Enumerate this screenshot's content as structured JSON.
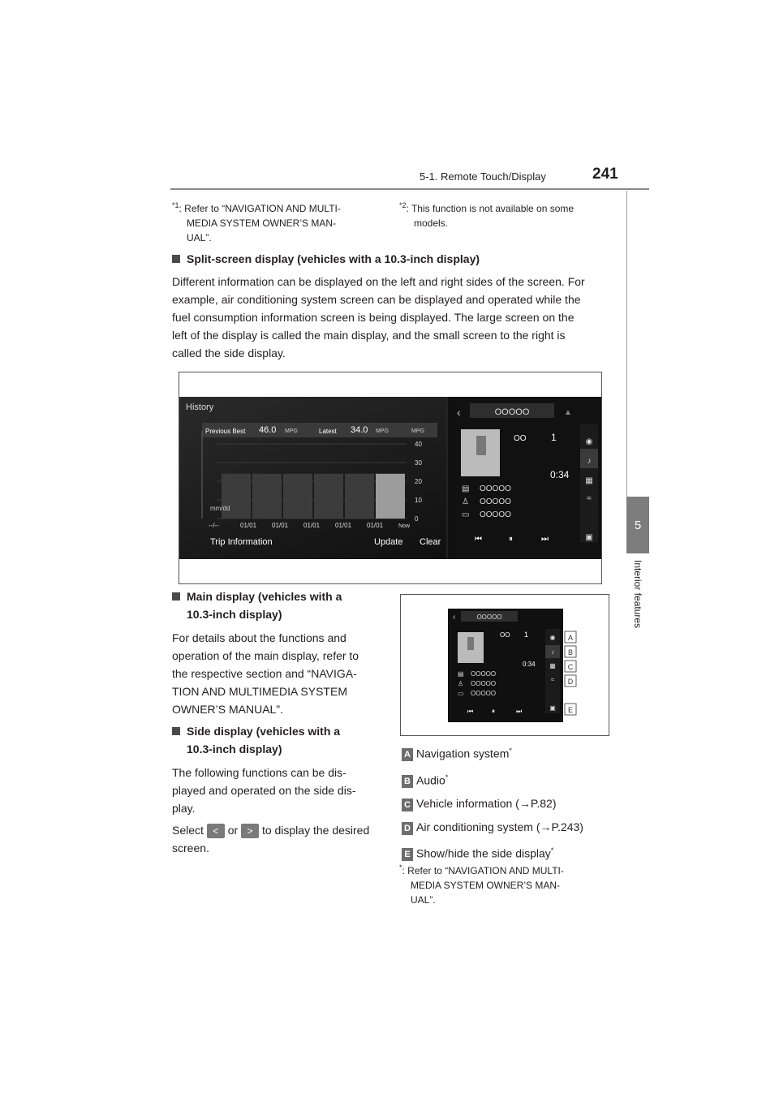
{
  "header": {
    "section": "5-1. Remote Touch/Display",
    "page_number": "241"
  },
  "side_tab": {
    "number": "5",
    "label": "Interior features"
  },
  "footnotes_top": [
    {
      "mark": "*1",
      "text": ": Refer to “NAVIGATION AND MULTI-",
      "cont": [
        "MEDIA SYSTEM OWNER’S MAN-",
        "UAL”."
      ]
    },
    {
      "mark": "*2",
      "text": ": This function is not available on some",
      "cont": [
        "models."
      ]
    }
  ],
  "split_screen": {
    "heading": "Split-screen display (vehicles with a 10.3-inch display)",
    "lines": [
      "Different information can be displayed on the left and right sides of the screen. For",
      "example, air conditioning system screen can be displayed and operated while the",
      "fuel consumption information screen is being displayed. The large screen on the",
      "left of the display is called the main display, and the small screen to the right is",
      "called the side display."
    ]
  },
  "screen1": {
    "title": "History",
    "previous_best_label": "Previous Best",
    "previous_best_value": "46.0",
    "latest_label": "Latest",
    "latest_value": "34.0",
    "unit": "MPG",
    "axis_unit": "MPG",
    "y_ticks": [
      "40",
      "30",
      "20",
      "10",
      "0"
    ],
    "x_labels": [
      "--/--",
      "01/01",
      "01/01",
      "01/01",
      "01/01",
      "01/01",
      "Now"
    ],
    "date_format": "mm/dd",
    "trip_info": "Trip Information",
    "update": "Update",
    "clear": "Clear",
    "media_title": "OOOOO",
    "media_track": "OO",
    "media_num": "1",
    "media_time": "0:34",
    "media_rows": [
      "OOOOO",
      "OOOOO",
      "OOOOO"
    ]
  },
  "main_display": {
    "heading_line1": "Main display (vehicles with a",
    "heading_line2": "10.3-inch display)",
    "lines": [
      "For details about the functions and",
      "operation of the main display, refer to",
      "the respective section and “NAVIGA-",
      "TION AND MULTIMEDIA SYSTEM",
      "OWNER’S MANUAL”."
    ]
  },
  "side_display": {
    "heading_line1": "Side display (vehicles with a",
    "heading_line2": "10.3-inch display)",
    "lines": [
      "The following functions can be dis-",
      "played and operated on the side dis-",
      "play."
    ],
    "select_prefix": "Select",
    "select_or": "or",
    "select_suffix": "to display the desired",
    "select_end": "screen.",
    "btn_left": "<",
    "btn_right": ">"
  },
  "screen2": {
    "media_title": "OOOOO",
    "media_track": "OO",
    "media_num": "1",
    "media_time": "0:34",
    "media_rows": [
      "OOOOO",
      "OOOOO",
      "OOOOO"
    ],
    "callouts": [
      "A",
      "B",
      "C",
      "D",
      "E"
    ]
  },
  "legend": [
    {
      "letter": "A",
      "text": "Navigation system",
      "star": "*"
    },
    {
      "letter": "B",
      "text": "Audio",
      "star": "*"
    },
    {
      "letter": "C",
      "text": "Vehicle information (→P.82)",
      "star": ""
    },
    {
      "letter": "D",
      "text": "Air conditioning system (→P.243)",
      "star": ""
    },
    {
      "letter": "E",
      "text": "Show/hide the side display",
      "star": "*"
    }
  ],
  "footnote_bottom": {
    "mark": "*",
    "text": ": Refer to “NAVIGATION AND MULTI-",
    "cont": [
      "MEDIA SYSTEM OWNER’S MAN-",
      "UAL”."
    ]
  }
}
